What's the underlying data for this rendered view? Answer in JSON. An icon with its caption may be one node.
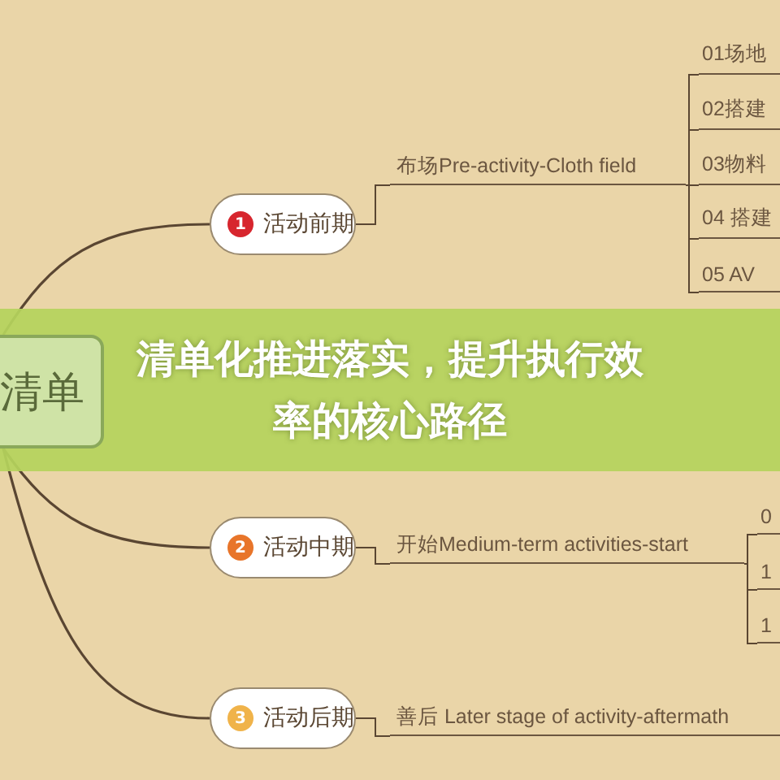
{
  "diagram": {
    "title": "清单化推进落实，提升执行效率的核心路径",
    "nodes": [
      {
        "text": [
          "清单"
        ]
      },
      {
        "text": [
          "1",
          "活动前期"
        ]
      },
      {
        "text": [
          "2",
          "活动中期"
        ]
      },
      {
        "text": [
          "3",
          "活动后期"
        ]
      },
      {
        "text": [
          "布场Pre-activity-Cloth field"
        ]
      },
      {
        "text": [
          "开始Medium-term activities-start"
        ]
      },
      {
        "text": [
          "善后 Later stage of activity-aftermath"
        ]
      },
      {
        "text": [
          "01场地"
        ]
      },
      {
        "text": [
          "02搭建"
        ]
      },
      {
        "text": [
          "03物料"
        ]
      },
      {
        "text": [
          "04 搭建"
        ]
      },
      {
        "text": [
          "05 AV"
        ]
      },
      {
        "text": [
          "0"
        ]
      },
      {
        "text": [
          "1"
        ]
      },
      {
        "text": [
          "1"
        ]
      }
    ],
    "edges": [
      {
        "from": 0,
        "to": 1,
        "arrow": "none"
      },
      {
        "from": 0,
        "to": 2,
        "arrow": "none"
      },
      {
        "from": 0,
        "to": 3,
        "arrow": "none"
      },
      {
        "from": 1,
        "to": 4,
        "arrow": "none"
      },
      {
        "from": 2,
        "to": 5,
        "arrow": "none"
      },
      {
        "from": 3,
        "to": 6,
        "arrow": "none"
      },
      {
        "from": 4,
        "to": 7,
        "arrow": "none"
      },
      {
        "from": 4,
        "to": 8,
        "arrow": "none"
      },
      {
        "from": 4,
        "to": 9,
        "arrow": "none"
      },
      {
        "from": 4,
        "to": 10,
        "arrow": "none"
      },
      {
        "from": 4,
        "to": 11,
        "arrow": "none"
      },
      {
        "from": 5,
        "to": 12,
        "arrow": "none"
      },
      {
        "from": 5,
        "to": 13,
        "arrow": "none"
      },
      {
        "from": 5,
        "to": 14,
        "arrow": "none"
      }
    ]
  }
}
